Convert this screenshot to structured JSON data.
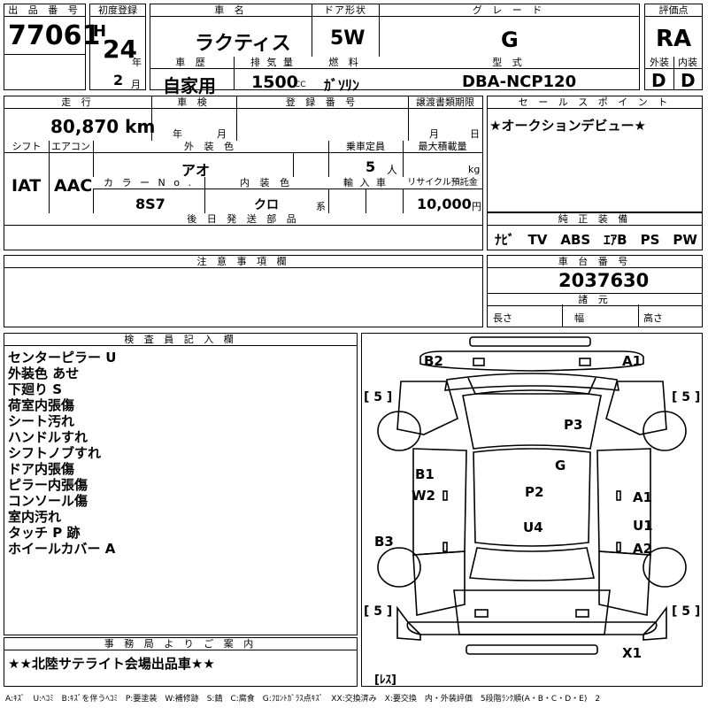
{
  "headers": {
    "lot_no": "出 品 番 号",
    "first_reg": "初度登録",
    "car_name": "車 名",
    "door": "ドア形状",
    "grade": "グ レ ー ド",
    "score": "評価点",
    "history": "車 歴",
    "displacement": "排 気 量",
    "fuel": "燃 料",
    "model": "型 式",
    "exterior": "外装",
    "interior": "内装",
    "mileage": "走 行",
    "inspection": "車 検",
    "reg_no": "登 録 番 号",
    "transfer": "譲渡書類期限",
    "sales_point": "セ ー ル ス ポ イ ン ト",
    "shift": "シフト",
    "aircon": "エアコン",
    "ext_color": "外 装 色",
    "capacity": "乗車定員",
    "max_load": "最大積載量",
    "color_no": "カ ラ ー N o .",
    "int_color": "内 装 色",
    "import": "輸 入 車",
    "recycle": "リサイクル預託金",
    "later_parts": "後 日 発 送 部 品",
    "equipment": "純 正 装 備",
    "caution": "注 意 事 項 欄",
    "chassis": "車 台 番 号",
    "dims": "諸 元",
    "inspector": "検 査 員 記 入 欄",
    "office": "事 務 局 よ り ご 案 内"
  },
  "values": {
    "lot_no": "77061",
    "era": "H",
    "year": "24",
    "year_unit": "年",
    "month": "2",
    "month_unit": "月",
    "car_name": "ラクティス",
    "door": "5W",
    "grade": "G",
    "score": "RA",
    "history": "自家用",
    "displacement": "1500",
    "cc": "CC",
    "fuel": "ｶﾞｿﾘﾝ",
    "model": "DBA-NCP120",
    "exterior": "D",
    "interior": "D",
    "mileage": "80,870 km",
    "insp_year": "年",
    "insp_month": "月",
    "transfer_month": "月",
    "transfer_day": "日",
    "sales_point": "★オークションデビュー★",
    "shift": "IAT",
    "aircon": "AAC",
    "ext_color": "アオ",
    "capacity": "5",
    "capacity_unit": "人",
    "load_unit": "kg",
    "color_no": "8S7",
    "int_color": "クロ",
    "int_suffix": "系",
    "recycle": "10,000",
    "recycle_unit": "円",
    "equipment": "ﾅﾋﾞ　TV　ABS　ｴｱB　PS　PW",
    "chassis": "2037630",
    "length": "長さ",
    "width": "幅",
    "height": "高さ",
    "office": "★★北陸サテライト会場出品車★★",
    "legend": "A:ｷｽﾞ　U:ﾍｺﾐ　B:ｷｽﾞを伴うﾍｺﾐ　P:要塗装　W:補修跡　S:錆　C:腐食　G:ﾌﾛﾝﾄｶﾞﾗｽ点ｷｽﾞ　XX:交換済み　X:要交換　内・外装評価　5段階ﾗﾝｸ順(A・B・C・D・E)　2"
  },
  "inspector_notes": [
    "センターピラー U",
    "外装色 あせ",
    "下廻り S",
    "荷室内張傷",
    "シート汚れ",
    "ハンドルすれ",
    "シフトノブすれ",
    "ドア内張傷",
    "ピラー内張傷",
    "コンソール傷",
    "室内汚れ",
    "タッチ P 跡",
    "ホイールカバー A"
  ],
  "diagram_marks": {
    "b2": "B2",
    "a1_top": "A1",
    "p3": "P3",
    "g": "G",
    "b1": "B1",
    "w2": "W2",
    "p2": "P2",
    "a1_right": "A1",
    "u4": "U4",
    "u1": "U1",
    "b3": "B3",
    "a2": "A2",
    "x1": "X1",
    "tire_fl": "[ 5 ]",
    "tire_fr": "[ 5 ]",
    "tire_rl": "[ 5 ]",
    "tire_rr": "[ 5 ]",
    "spare": "[ﾚｽ]"
  }
}
